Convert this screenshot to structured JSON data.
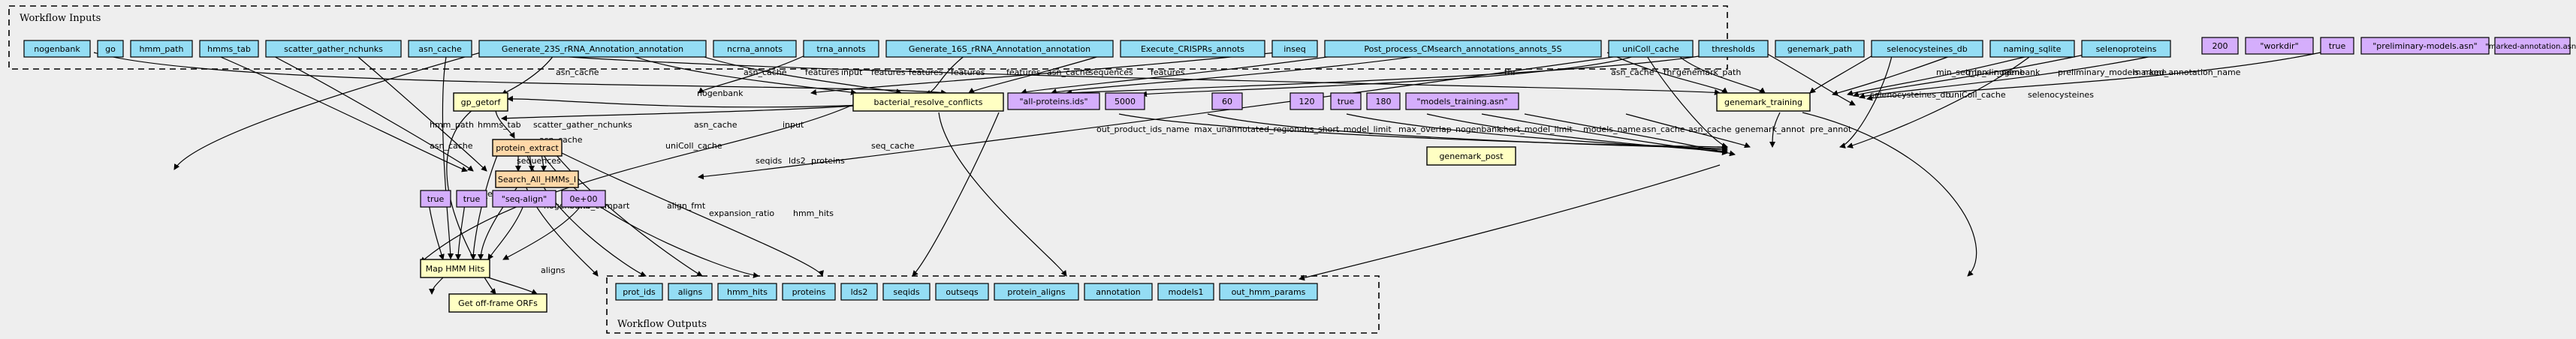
{
  "inputs_cluster": {
    "label": "Workflow Inputs",
    "nodes": [
      "nogenbank",
      "go",
      "hmm_path",
      "hmms_tab",
      "scatter_gather_nchunks",
      "asn_cache",
      "Generate_23S_rRNA_Annotation_annotation",
      "ncrna_annots",
      "trna_annots",
      "Generate_16S_rRNA_Annotation_annotation",
      "Execute_CRISPRs_annots",
      "inseq",
      "Post_process_CMsearch_annotations_annots_5S",
      "uniColl_cache",
      "thresholds",
      "genemark_path",
      "selenocysteines_db",
      "naming_sqlite",
      "selenoproteins"
    ]
  },
  "outputs_cluster": {
    "label": "Workflow Outputs",
    "nodes": [
      "prot_ids",
      "aligns",
      "hmm_hits",
      "proteins",
      "lds2",
      "seqids",
      "outseqs",
      "protein_aligns",
      "annotation",
      "models1",
      "out_hmm_params"
    ]
  },
  "steps": {
    "gp_getorf": "gp_getorf",
    "bacterial_resolve_conflicts": "bacterial_resolve_conflicts",
    "genemark_training": "genemark_training",
    "protein_extract": "protein_extract",
    "search_all_hmms": "Search_All_HMMs_I",
    "map_hmm_hits": "Map HMM Hits",
    "get_off_frame": "Get off-frame ORFs",
    "genemark_post": "genemark_post"
  },
  "constants": {
    "c_200": "200",
    "c_workdir": "\"workdir\"",
    "c_true_top": "true",
    "c_prelim": "\"preliminary-models.asn\"",
    "c_marked": "\"marked-annotation.asn\"",
    "c_allprot": "\"all-proteins.ids\"",
    "c_5000": "5000",
    "c_60": "60",
    "c_120": "120",
    "c_true_mid": "true",
    "c_180": "180",
    "c_models_training": "\"models_training.asn\"",
    "c_true_a": "true",
    "c_true_b": "true",
    "c_seqalign": "\"seq-align\"",
    "c_0e00": "0e+00"
  },
  "edge_labels": {
    "asn_cache": "asn_cache",
    "features": "features",
    "input": "input",
    "sequences": "sequences",
    "nogenbank": "nogenbank",
    "hmm_path": "hmm_path",
    "hmms_tab": "hmms_tab",
    "scatter_gather_nchunks": "scatter_gather_nchunks",
    "uniColl_cache": "uniColl_cache",
    "seq_cache": "seq_cache",
    "seqids": "seqids",
    "lds2": "lds2",
    "proteins": "proteins",
    "seq_entries": "seq_entries",
    "no_compart": "no_compart",
    "align_fmt": "align_fmt",
    "expansion_ratio": "expansion_ratio",
    "hmm_hits": "hmm_hits",
    "aligns": "aligns",
    "out_product_ids_name": "out_product_ids_name",
    "max_unannotated_region": "max_unannotated_region",
    "abs_short_model_limit": "abs_short_model_limit",
    "max_overlap": "max_overlap",
    "short_model_limit": "short_model_limit",
    "models_name": "models_name",
    "genemark_annot": "genemark_annot",
    "pre_annot": "pre_annot",
    "thr": "thr",
    "genemark_path": "genemark_path",
    "min_seq_len": "min_seq_len",
    "tmp_dir_name": "tmp_dir_name",
    "preliminary_models_name": "preliminary_models_name",
    "marked_annotation_name": "marked_annotation_name",
    "selenocysteines_db": "selenocysteines_db",
    "selenocysteines": "selenocysteines"
  },
  "colors": {
    "background": "#eeeeee",
    "io_node": "#94ddf4",
    "step_node": "#ffffc3",
    "step_highlight": "#ffd8a8",
    "constant_node": "#d5aefc",
    "edge": "#000000"
  }
}
